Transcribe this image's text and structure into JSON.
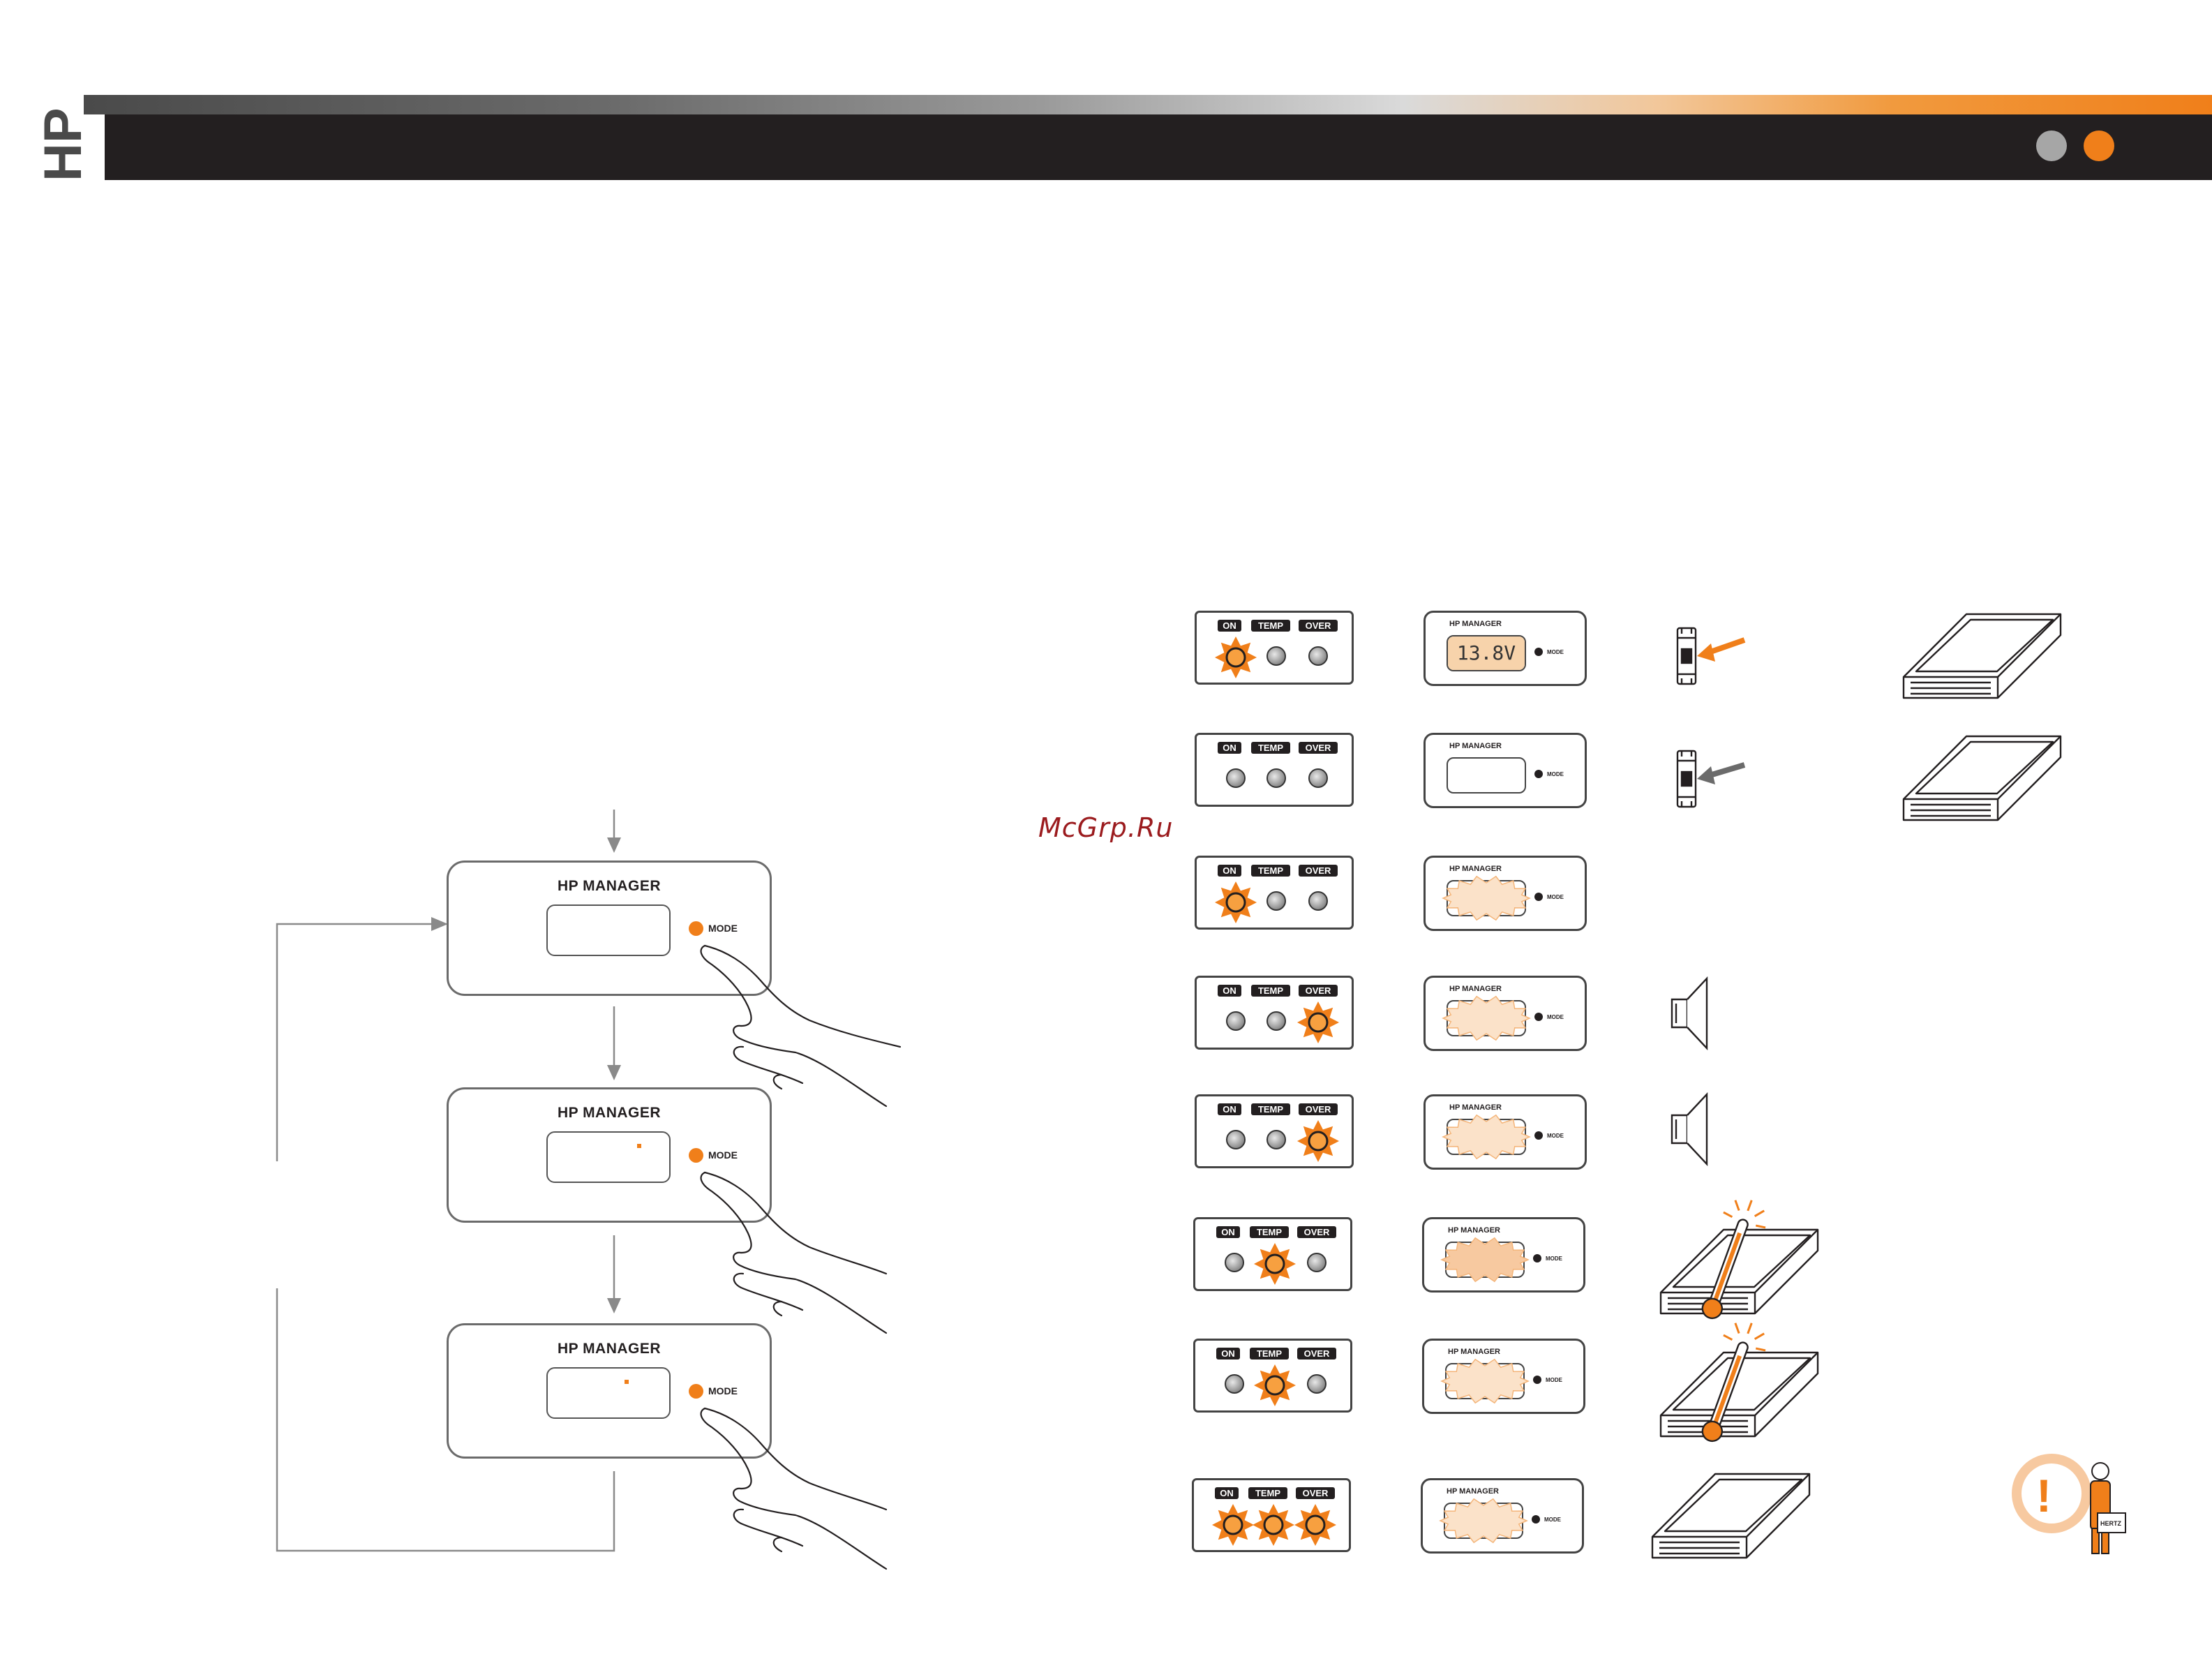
{
  "header": {
    "logo_text": "HP"
  },
  "watermark": "McGrp.Ru",
  "flow": {
    "panels": [
      {
        "title": "HP MANAGER",
        "mode_label": "MODE"
      },
      {
        "title": "HP MANAGER",
        "mode_label": "MODE"
      },
      {
        "title": "HP MANAGER",
        "mode_label": "MODE"
      }
    ]
  },
  "status_labels": {
    "on": "ON",
    "temp": "TEMP",
    "over": "OVER"
  },
  "manager": {
    "title": "HP MANAGER",
    "mode_label": "MODE"
  },
  "rows": [
    {
      "active": [
        "on"
      ],
      "display": "voltage",
      "voltage": "13.8V",
      "extra": "fuse-orange"
    },
    {
      "active": [],
      "display": "blank",
      "voltage": "",
      "extra": "fuse-gray"
    },
    {
      "active": [
        "on"
      ],
      "display": "flash",
      "voltage": "",
      "extra": "none"
    },
    {
      "active": [
        "over"
      ],
      "display": "flash",
      "voltage": "",
      "extra": "speaker"
    },
    {
      "active": [
        "over"
      ],
      "display": "flash",
      "voltage": "",
      "extra": "speaker"
    },
    {
      "active": [
        "temp"
      ],
      "display": "flash-solid",
      "voltage": "",
      "extra": "thermo"
    },
    {
      "active": [
        "temp"
      ],
      "display": "flash",
      "voltage": "",
      "extra": "thermo"
    },
    {
      "active": [
        "on",
        "temp",
        "over"
      ],
      "display": "flash",
      "voltage": "",
      "extra": "service"
    }
  ],
  "colors": {
    "accent": "#f07f1a",
    "dark": "#231f20",
    "gray": "#a6a6a6"
  },
  "service_badge": "HERTZ"
}
